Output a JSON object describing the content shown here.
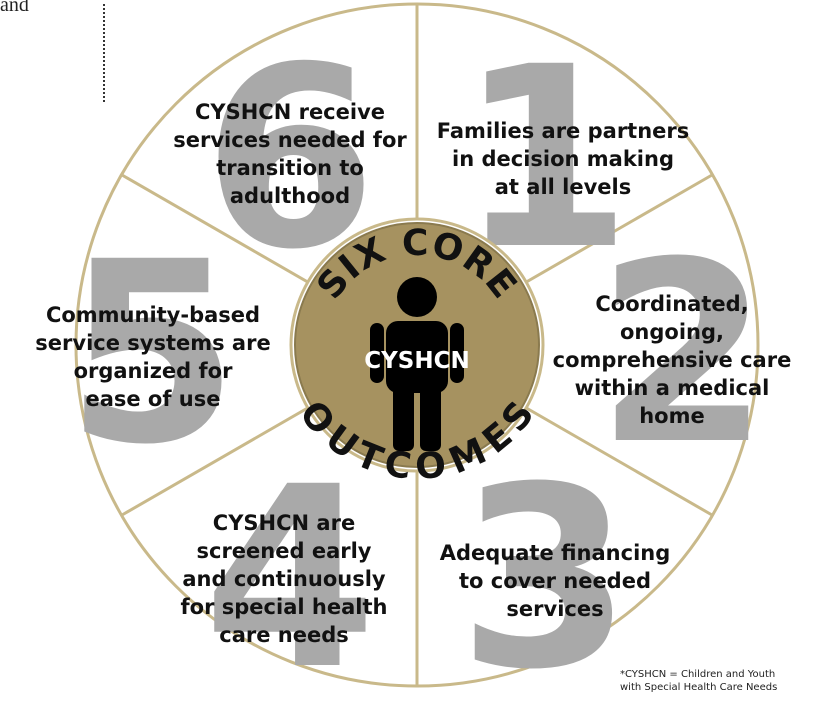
{
  "corner_text": "and",
  "center": {
    "top_arc": "SIX CORE",
    "bottom_arc": "OUTCOMES",
    "label": "CYSHCN"
  },
  "outcomes": [
    {
      "number": "1",
      "lines": [
        "Families are partners",
        "in decision making",
        "at all levels"
      ]
    },
    {
      "number": "2",
      "lines": [
        "Coordinated,",
        "ongoing,",
        "comprehensive care",
        "within a medical",
        "home"
      ]
    },
    {
      "number": "3",
      "lines": [
        "Adequate financing",
        "to cover needed",
        "services"
      ]
    },
    {
      "number": "4",
      "lines": [
        "CYSHCN are",
        "screened early",
        "and continuously",
        "for special health",
        "care needs"
      ]
    },
    {
      "number": "5",
      "lines": [
        "Community-based",
        "service systems are",
        "organized for",
        "ease of use"
      ]
    },
    {
      "number": "6",
      "lines": [
        "CYSHCN receive",
        "services needed for",
        "transition to",
        "adulthood"
      ]
    }
  ],
  "footnote": [
    "*CYSHCN = Children and Youth",
    "with Special Health Care Needs"
  ],
  "colors": {
    "wheel_fill": "#ffffff",
    "wheel_stroke": "#c9b98a",
    "center_fill": "#a69260",
    "numbers": "#a9a9a9",
    "text": "#111111"
  }
}
